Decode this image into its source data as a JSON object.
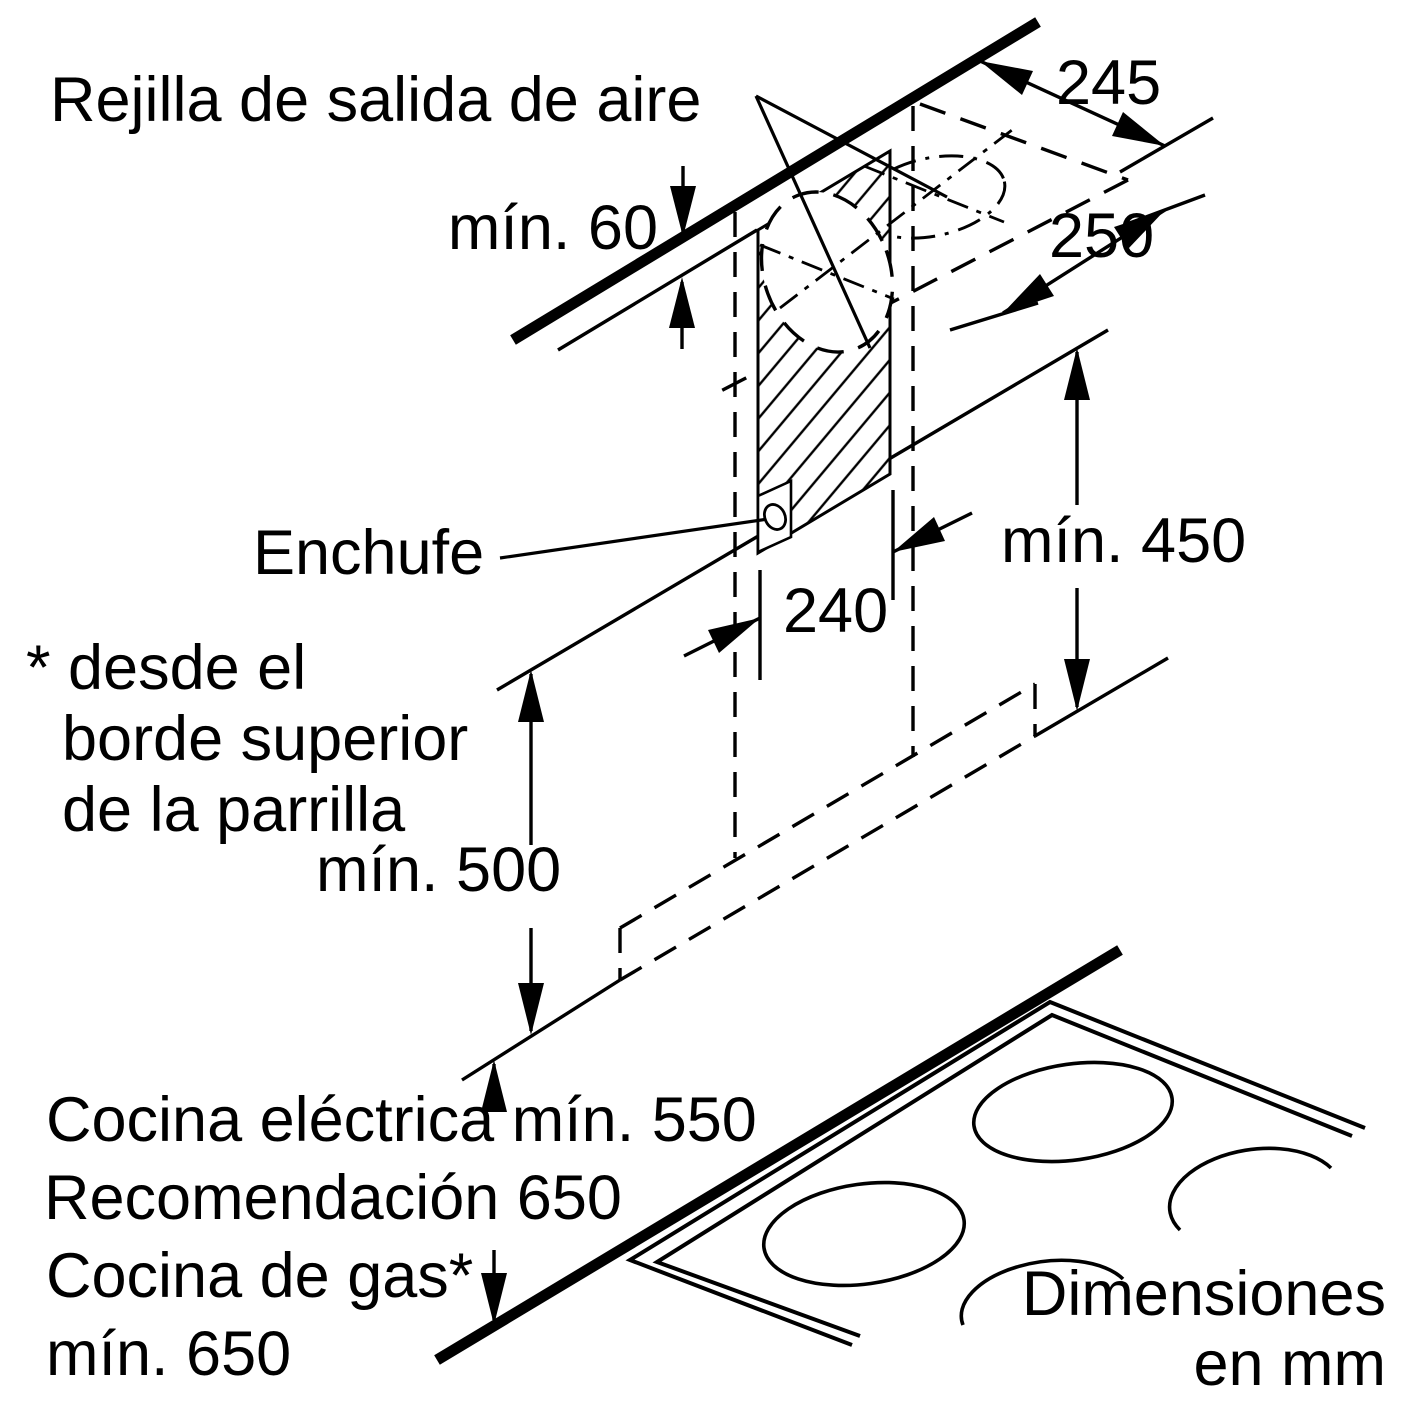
{
  "diagram": {
    "labels": {
      "air_outlet_grille": "Rejilla de salida de aire",
      "min_60": "mín. 60",
      "dim_245": "245",
      "dim_250": "250",
      "plug": "Enchufe",
      "dim_240": "240",
      "min_450": "mín. 450",
      "min_500": "mín. 500",
      "footnote_line1": "* desde el",
      "footnote_line2": "borde superior",
      "footnote_line3": "de la parrilla",
      "electric_hob": "Cocina eléctrica mín. 550",
      "recommendation": "Recomendación 650",
      "gas_hob": "Cocina de gas*",
      "gas_hob_min": "mín. 650",
      "units_line1": "Dimensiones",
      "units_line2": "en mm"
    },
    "colors": {
      "ink": "#000000",
      "background": "#ffffff"
    }
  }
}
